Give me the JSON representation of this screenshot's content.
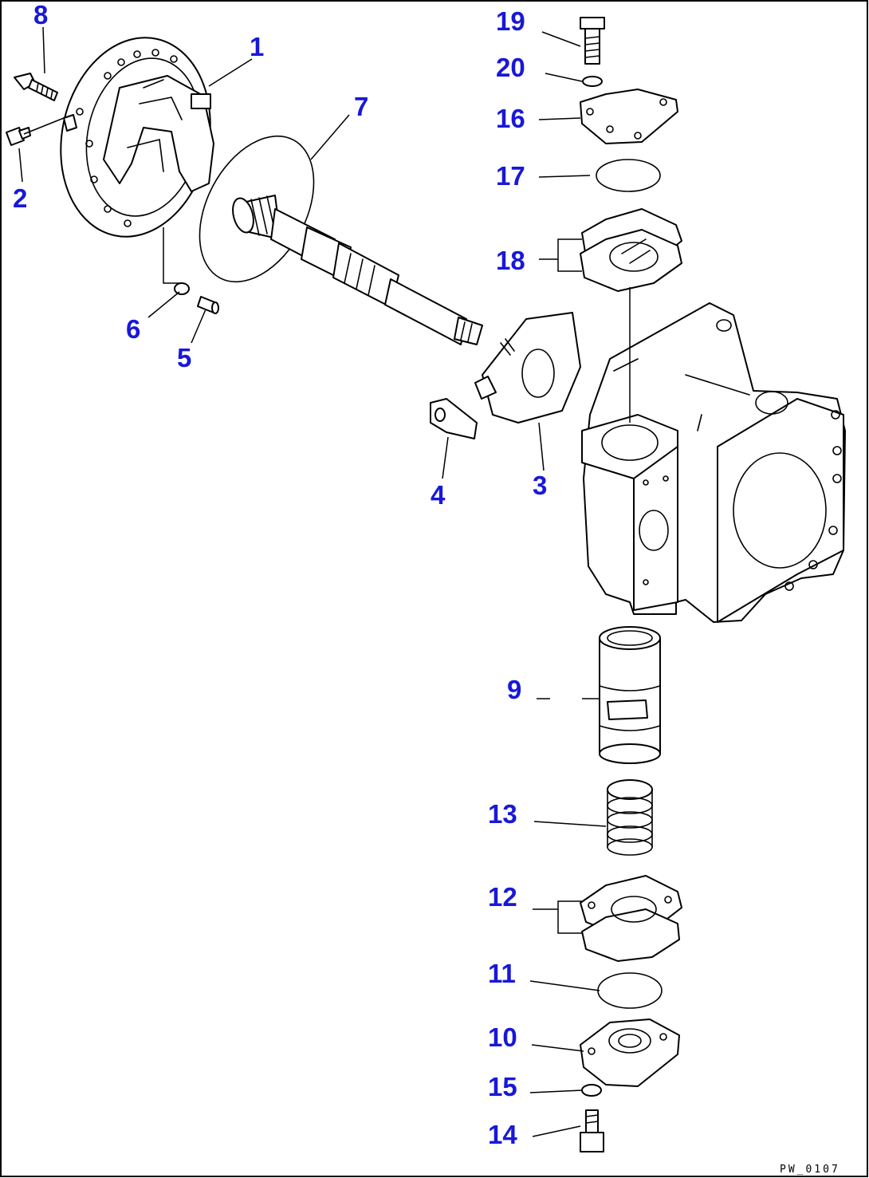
{
  "figure_code": "PW_0107",
  "label_color": "#1818d8",
  "callouts": [
    {
      "id": "1",
      "text": "1"
    },
    {
      "id": "2",
      "text": "2"
    },
    {
      "id": "3",
      "text": "3"
    },
    {
      "id": "4",
      "text": "4"
    },
    {
      "id": "5",
      "text": "5"
    },
    {
      "id": "6",
      "text": "6"
    },
    {
      "id": "7",
      "text": "7"
    },
    {
      "id": "8",
      "text": "8"
    },
    {
      "id": "9",
      "text": "9"
    },
    {
      "id": "10",
      "text": "10"
    },
    {
      "id": "11",
      "text": "11"
    },
    {
      "id": "12",
      "text": "12"
    },
    {
      "id": "13",
      "text": "13"
    },
    {
      "id": "14",
      "text": "14"
    },
    {
      "id": "15",
      "text": "15"
    },
    {
      "id": "16",
      "text": "16"
    },
    {
      "id": "17",
      "text": "17"
    },
    {
      "id": "18",
      "text": "18"
    },
    {
      "id": "19",
      "text": "19"
    },
    {
      "id": "20",
      "text": "20"
    }
  ]
}
